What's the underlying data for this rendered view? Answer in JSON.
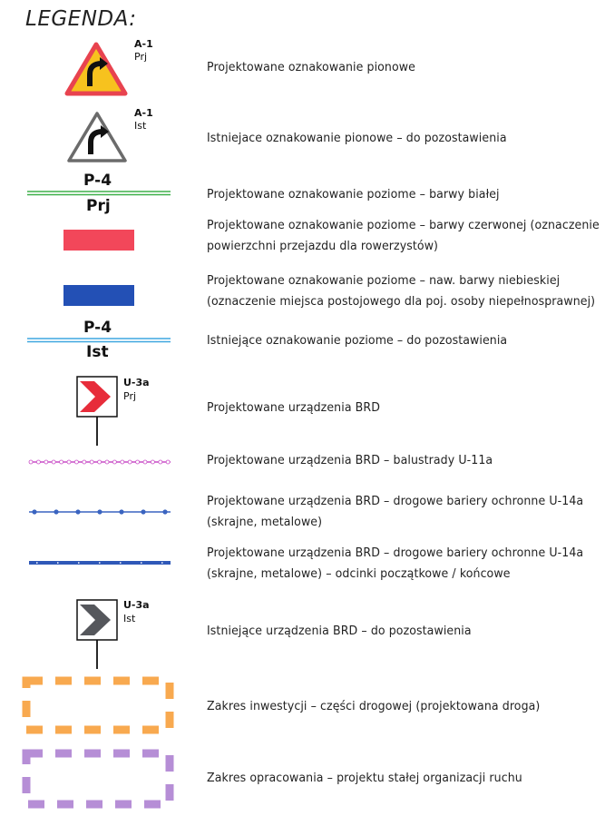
{
  "title": "LEGENDA:",
  "items": [
    {
      "code_top": "A-1",
      "code_bottom": "Prj",
      "desc": [
        "Projektowane oznakowanie pionowe"
      ]
    },
    {
      "code_top": "A-1",
      "code_bottom": "Ist",
      "desc": [
        "Istniejace oznakowanie pionowe – do pozostawienia"
      ]
    },
    {
      "code_top": "P-4",
      "code_bottom": "Prj",
      "desc": [
        "Projektowane oznakowanie poziome – barwy białej"
      ]
    },
    {
      "desc": [
        "Projektowane oznakowanie poziome – barwy czerwonej (oznaczenie",
        "powierzchni przejazdu dla rowerzystów)"
      ]
    },
    {
      "desc": [
        "Projektowane oznakowanie poziome – naw. barwy niebieskiej",
        "(oznaczenie miejsca postojowego dla poj. osoby niepełnosprawnej)"
      ]
    },
    {
      "code_top": "P-4",
      "code_bottom": "Ist",
      "desc": [
        "Istniejące oznakowanie poziome – do pozostawienia"
      ]
    },
    {
      "code_top": "U-3a",
      "code_bottom": "Prj",
      "desc": [
        "Projektowane urządzenia BRD"
      ]
    },
    {
      "desc": [
        "Projektowane urządzenia BRD – balustrady U-11a"
      ]
    },
    {
      "desc": [
        "Projektowane urządzenia BRD – drogowe bariery ochronne U-14a",
        "(skrajne, metalowe)"
      ]
    },
    {
      "desc": [
        "Projektowane urządzenia BRD – drogowe bariery ochronne U-14a",
        "(skrajne, metalowe) – odcinki początkowe / końcowe"
      ]
    },
    {
      "code_top": "U-3a",
      "code_bottom": "Ist",
      "desc": [
        "Istniejące urządzenia BRD – do pozostawienia"
      ]
    },
    {
      "desc": [
        "Zakres inwestycji – części drogowej (projektowana droga)"
      ]
    },
    {
      "desc": [
        "Zakres opracowania – projektu stałej organizacji ruchu"
      ]
    }
  ],
  "colors": {
    "sign_yellow": "#f7c21e",
    "sign_red_border": "#e8434f",
    "sign_grey_border": "#6b6b6b",
    "marking_green": "#3fb04a",
    "marking_red": "#f2475a",
    "marking_blue": "#2350b5",
    "marking_light_blue": "#3fa7e0",
    "chevron_red": "#e72c3a",
    "chevron_grey": "#55575c",
    "balustrade_magenta": "#c94fc7",
    "barrier_blue": "#3a64c0",
    "investment_orange": "#f8a94f",
    "study_purple": "#b68ed6"
  }
}
